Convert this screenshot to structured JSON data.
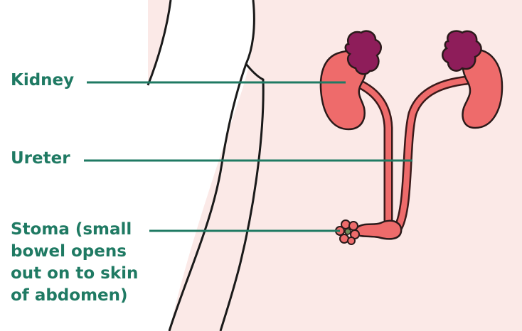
{
  "labels": {
    "kidney": "Kidney",
    "ureter": "Ureter",
    "stoma": [
      "Stoma (small",
      "bowel opens",
      "out on to skin",
      "of abdomen)"
    ]
  },
  "colors": {
    "label_text": "#1f7a63",
    "leader_line": "#1f7a63",
    "body_area": "#fbe9e7",
    "kidney": "#ee6b6b",
    "kidney_outline": "#2a1a1a",
    "adrenal_gland": "#8e1d5a",
    "outline": "#1a1a1a"
  },
  "icons": {
    "kidney": "kidney-icon",
    "adrenal_gland": "adrenal-gland-icon",
    "stoma": "stoma-icon"
  }
}
